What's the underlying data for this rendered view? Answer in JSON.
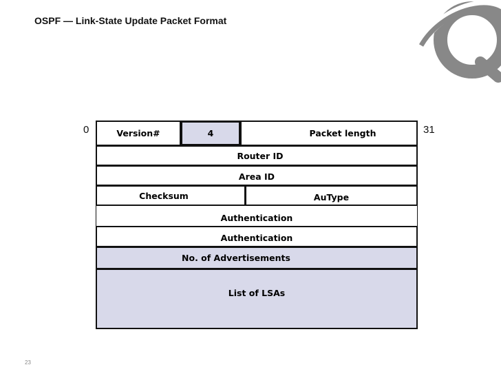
{
  "title": "OSPF — Link-State Update Packet Format",
  "page_number": "23",
  "bit_labels": {
    "start": "0",
    "end": "31"
  },
  "colors": {
    "field_fill": "#d8d9ea",
    "border": "#111111",
    "logo": "#888888"
  },
  "fields": {
    "version": "Version#",
    "type": "4",
    "packet_length": "Packet length",
    "router_id": "Router ID",
    "area_id": "Area ID",
    "checksum": "Checksum",
    "autype": "AuType",
    "authentication_1": "Authentication",
    "authentication_2": "Authentication",
    "num_advertisements": "No. of Advertisements",
    "lsa_list": "List of LSAs"
  },
  "logo_icon": "globe-swirl-icon"
}
